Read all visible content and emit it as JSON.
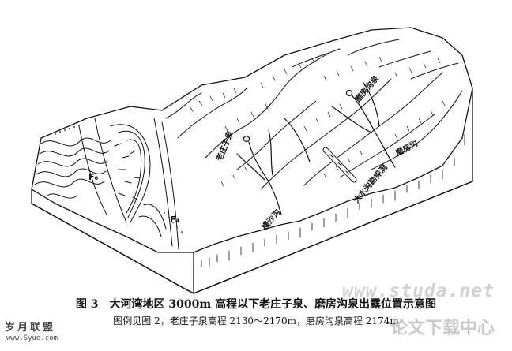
{
  "labels": {
    "f6": "F₆",
    "f4": "F₄",
    "laozhuangzi_spring": "老庄子泉",
    "mofanggou_spring": "磨房沟泉",
    "mofanggou": "磨房沟",
    "dashuigou_tunnel": "大水沟勘探洞",
    "hengshagou": "横沙沟"
  },
  "caption": {
    "title": "图 3　大河湾地区 3000m 高程以下老庄子泉、磨房沟泉出露位置示意图",
    "note": "图例见图 2，老庄子泉高程 2130～2170m，磨房沟泉高程 2174m"
  },
  "watermarks": {
    "url": "www.studa.net",
    "cn": "论文下载中心",
    "logo": "岁月联盟",
    "site": "www.Syue.com"
  }
}
